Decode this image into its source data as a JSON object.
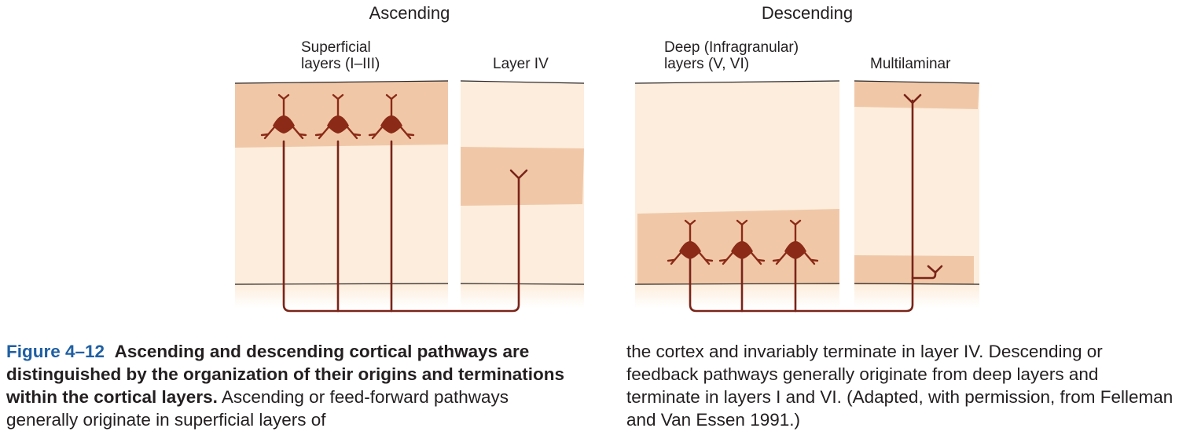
{
  "headings": {
    "ascending": "Ascending",
    "descending": "Descending"
  },
  "column_labels": {
    "superficial_line1": "Superficial",
    "superficial_line2": "layers (I–III)",
    "layer4": "Layer IV",
    "deep_line1": "Deep (Infragranular)",
    "deep_line2": "layers (V, VI)",
    "multilaminar": "Multilaminar"
  },
  "caption": {
    "figure_label": "Figure 4–12",
    "bold_text": "Ascending and descending cortical pathways are distinguished by the organization of their origins and terminations within the cortical layers.",
    "left_text": "Ascending or feed-forward pathways generally originate in superficial layers of",
    "right_text": "the cortex and invariably terminate in layer IV. Descending or feedback pathways generally originate from deep layers and terminate in layers I and VI. (Adapted, with permission, from Felleman and Van Essen 1991.)"
  },
  "colors": {
    "light_band": "#fdeddc",
    "dark_band": "#f0c8a8",
    "axon": "#7a2418",
    "neuron": "#8b2a16",
    "caption_label": "#1f5fa3"
  }
}
